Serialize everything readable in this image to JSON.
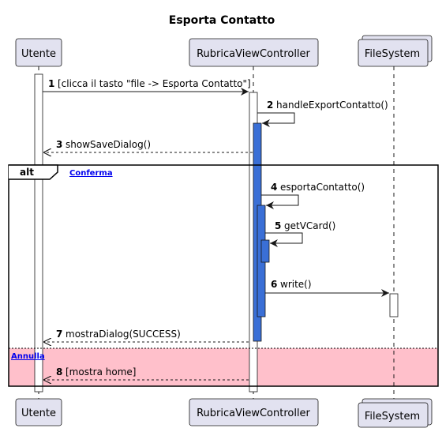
{
  "title": "Esporta Contatto",
  "participants": {
    "utente": "Utente",
    "controller": "RubricaViewController",
    "filesystem": "FileSystem"
  },
  "messages": [
    {
      "num": "1",
      "text": "[clicca il tasto \"file -> Esporta Contatto\"]"
    },
    {
      "num": "2",
      "text": "handleExportContatto()"
    },
    {
      "num": "3",
      "text": "showSaveDialog()"
    },
    {
      "num": "4",
      "text": "esportaContatto()"
    },
    {
      "num": "5",
      "text": "getVCard()"
    },
    {
      "num": "6",
      "text": "write()"
    },
    {
      "num": "7",
      "text": "mostraDialog(SUCCESS)"
    },
    {
      "num": "8",
      "text": "[mostra home]"
    }
  ],
  "fragment": {
    "label": "alt",
    "guard_1": "Conferma",
    "guard_2": "Annulla"
  },
  "colors": {
    "participant_fill": "#e2e2f0",
    "participant_border": "#181818",
    "activation_blue": "#3a6fd6",
    "else_section_fill": "#ffc0cb",
    "guard_link": "#0000ee"
  }
}
